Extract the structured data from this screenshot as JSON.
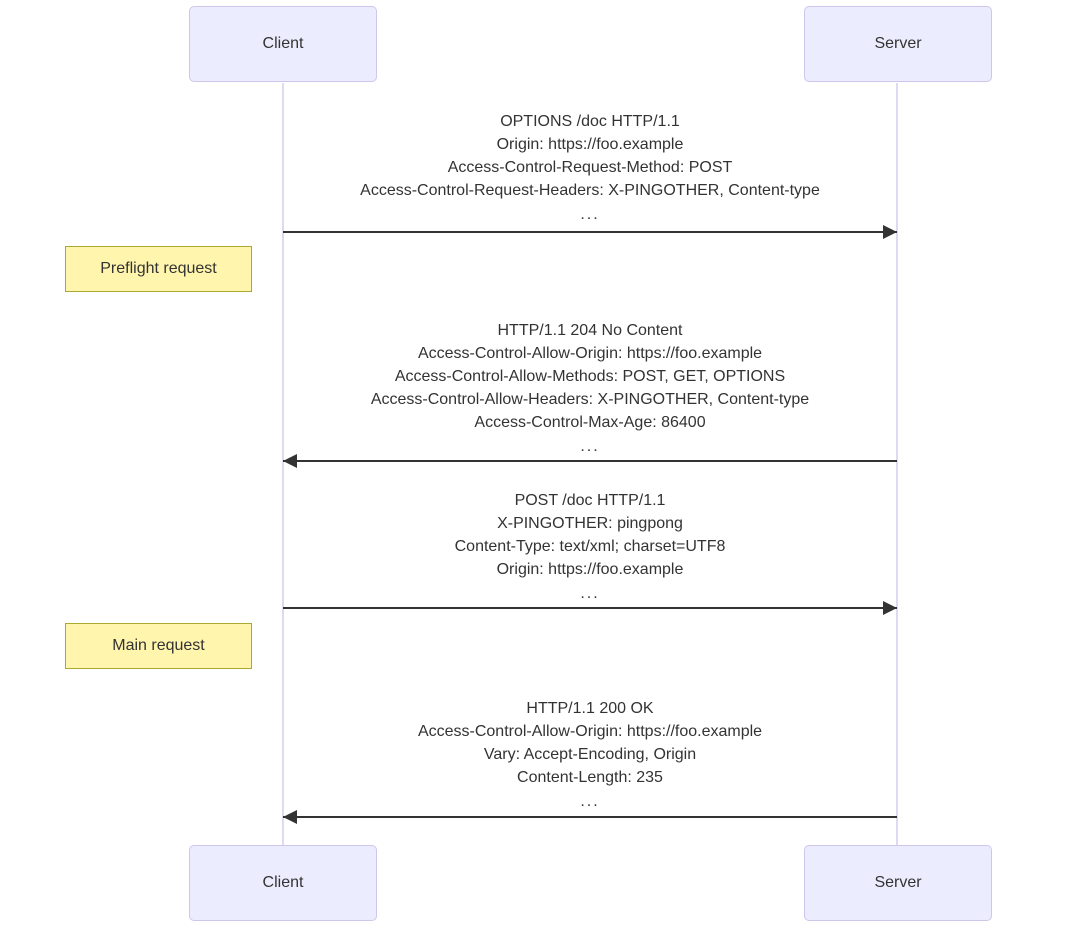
{
  "actors": {
    "client": "Client",
    "server": "Server"
  },
  "notes": {
    "preflight": "Preflight request",
    "main": "Main request"
  },
  "messages": [
    {
      "from": "Client",
      "to": "Server",
      "direction": "right",
      "lines": [
        "OPTIONS /doc HTTP/1.1",
        "Origin: https://foo.example",
        "Access-Control-Request-Method: POST",
        "Access-Control-Request-Headers: X-PINGOTHER, Content-type",
        "..."
      ]
    },
    {
      "from": "Server",
      "to": "Client",
      "direction": "left",
      "lines": [
        "HTTP/1.1 204 No Content",
        "Access-Control-Allow-Origin: https://foo.example",
        "Access-Control-Allow-Methods: POST, GET, OPTIONS",
        "Access-Control-Allow-Headers: X-PINGOTHER, Content-type",
        "Access-Control-Max-Age: 86400",
        "..."
      ]
    },
    {
      "from": "Client",
      "to": "Server",
      "direction": "right",
      "lines": [
        "POST /doc HTTP/1.1",
        "X-PINGOTHER: pingpong",
        "Content-Type: text/xml; charset=UTF8",
        "Origin: https://foo.example",
        "..."
      ]
    },
    {
      "from": "Server",
      "to": "Client",
      "direction": "left",
      "lines": [
        "HTTP/1.1 200 OK",
        "Access-Control-Allow-Origin: https://foo.example",
        "Vary: Accept-Encoding, Origin",
        "Content-Length: 235",
        "..."
      ]
    }
  ],
  "colors": {
    "actor_fill": "#ECECFF",
    "actor_border": "#CFC6EC",
    "lifeline": "#E0D9F2",
    "arrow": "#333333",
    "text": "#333333",
    "note_fill": "#FFF5AD",
    "note_border": "#AAAA33",
    "background": "#FFFFFF"
  }
}
